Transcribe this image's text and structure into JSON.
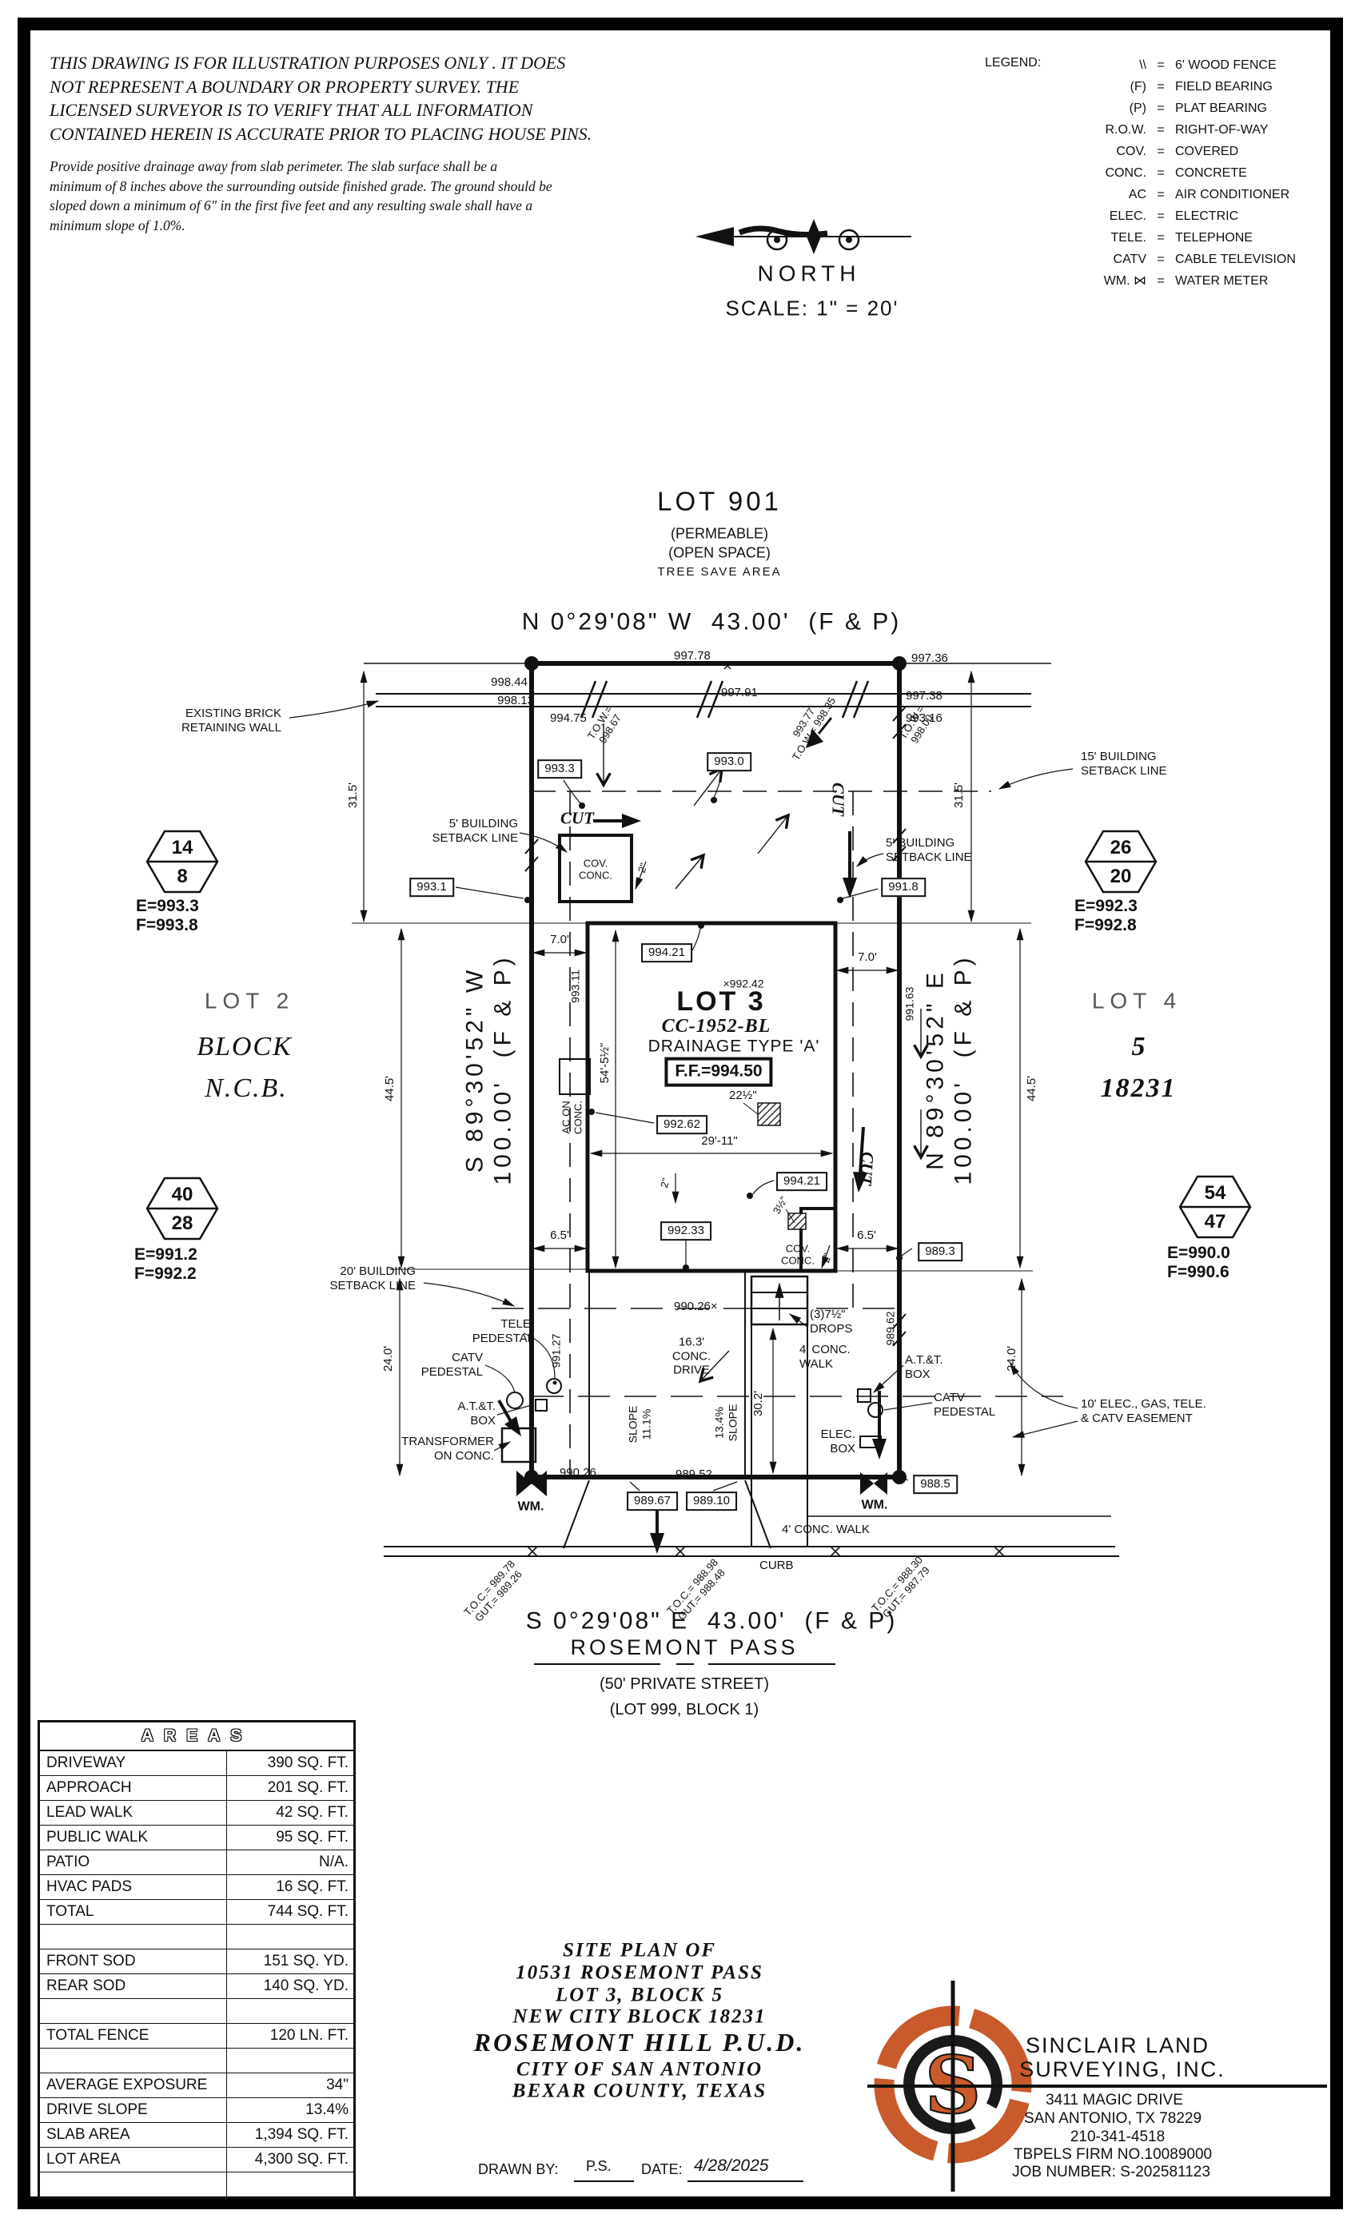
{
  "disclaimer": {
    "para1": "THIS DRAWING IS FOR ILLUSTRATION PURPOSES ONLY . IT DOES\nNOT REPRESENT A BOUNDARY OR PROPERTY SURVEY. THE\nLICENSED SURVEYOR IS TO VERIFY THAT ALL INFORMATION\nCONTAINED HEREIN IS ACCURATE PRIOR TO PLACING HOUSE PINS.",
    "para2": "Provide positive drainage away from slab perimeter. The slab surface shall be a\nminimum of 8 inches above the surrounding outside finished grade. The ground should be\nsloped down a minimum of 6\" in the first five feet and any resulting swale shall have a\nminimum slope of 1.0%."
  },
  "legend": {
    "title": "LEGEND:",
    "equals": "=",
    "items": [
      {
        "symbol": "\\\\",
        "text": "6' WOOD FENCE"
      },
      {
        "symbol": "(F)",
        "text": "FIELD BEARING"
      },
      {
        "symbol": "(P)",
        "text": "PLAT BEARING"
      },
      {
        "symbol": "R.O.W.",
        "text": "RIGHT-OF-WAY"
      },
      {
        "symbol": "COV.",
        "text": "COVERED"
      },
      {
        "symbol": "CONC.",
        "text": "CONCRETE"
      },
      {
        "symbol": "AC",
        "text": "AIR CONDITIONER"
      },
      {
        "symbol": "ELEC.",
        "text": "ELECTRIC"
      },
      {
        "symbol": "TELE.",
        "text": "TELEPHONE"
      },
      {
        "symbol": "CATV",
        "text": "CABLE TELEVISION"
      },
      {
        "symbol": "WM. ⋈",
        "text": "WATER METER"
      }
    ]
  },
  "compass": {
    "north": "NORTH",
    "scale": "SCALE: 1\" = 20'"
  },
  "labels": {
    "lot901": "LOT 901",
    "permeable": "(PERMEABLE)",
    "open_space": "(OPEN SPACE)",
    "tree_save": "TREE SAVE AREA",
    "bearing_top": "N 0°29'08\" W  43.00'  (F & P)",
    "bearing_bottom": "S 0°29'08\" E  43.00'  (F & P)",
    "bearing_left": "S 89°30'52\" W\n100.00'  (F & P)",
    "bearing_right": "N 89°30'52\" E\n100.00'  (F & P)",
    "existing_wall": "EXISTING BRICK\nRETAINING WALL",
    "e99778": "997.78",
    "e99736": "997.36",
    "e99844": "998.44",
    "e99813": "998.13",
    "e99475": "994.75",
    "e99791": "997.91",
    "e99738": "997.38",
    "e99316": "993.16",
    "tow_left": "T.O.W.=\n998.67",
    "tow_mid": "993.77\nT.O.W.= 998.35",
    "tow_right": "T.O.W.=\n998.00",
    "setback15": "15' BUILDING\nSETBACK LINE",
    "setback5": "5' BUILDING\nSETBACK LINE",
    "setback20": "20' BUILDING\nSETBACK LINE",
    "easement10": "10' ELEC., GAS, TELE.\n& CATV EASEMENT",
    "dim315": "31.5'",
    "dim445": "44.5'",
    "dim240": "24.0'",
    "dim70": "7.0'",
    "dim65": "6.5'",
    "dim2911": "29'-11\"",
    "dim5452": "54'-5½\"",
    "dim302": "30.2'",
    "dim2in": "2\"",
    "dim35in": "3½\"",
    "dim225in": "22½\"",
    "e9933": "993.3",
    "e9930": "993.0",
    "e9931": "993.1",
    "e9918": "991.8",
    "e99421": "994.21",
    "x99242": "×992.42",
    "lot3": "LOT 3",
    "cc1952": "CC-1952-BL",
    "drainage": "DRAINAGE TYPE 'A'",
    "ff": "F.F.=994.50",
    "e99262": "992.62",
    "e99233": "992.33",
    "e9893": "989.3",
    "e99026x": "990.26×",
    "e99026": "990.26",
    "e98952": "989.52",
    "e98967": "989.67",
    "e98910": "989.10",
    "e9885": "988.5",
    "e98962": "989.62",
    "e99127": "991.27",
    "e99311": "993.11",
    "e99163": "991.63",
    "cut": "CUT",
    "covconc": "COV.\nCONC.",
    "acon": "AC ON\nCONC.",
    "drops": "(3)7½\"\nDROPS",
    "walk4a": "4' CONC.\nWALK",
    "walk4b": "4' CONC. WALK",
    "drive163": "16.3'\nCONC.\nDRIVE",
    "slope111": "SLOPE\n11.1%",
    "slope134": "13.4%\nSLOPE",
    "tele_ped": "TELE.\nPEDESTAL",
    "catv_ped": "CATV\nPEDESTAL",
    "att_box": "A.T.&T.\nBOX",
    "elec_box": "ELEC.\nBOX",
    "transformer": "TRANSFORMER\nON CONC.",
    "wm": "WM.",
    "curb": "CURB",
    "toc1": "T.O.C.= 989.78\nGUT.= 989.26",
    "toc2": "T.O.C.= 988.98\nGUT.= 988.48",
    "toc3": "T.O.C.= 988.30\nGUT.= 987.79",
    "rosemont": "ROSEMONT PASS",
    "private_street": "(50' PRIVATE STREET)",
    "lot999": "(LOT 999, BLOCK 1)",
    "lot2": "LOT 2",
    "block": "BLOCK",
    "ncb": "N.C.B.",
    "lot4": "LOT 4",
    "five": "5",
    "n18231": "18231"
  },
  "markers": {
    "h1": {
      "top": "14",
      "bottom": "8",
      "e": "E=993.3",
      "f": "F=993.8"
    },
    "h2": {
      "top": "40",
      "bottom": "28",
      "e": "E=991.2",
      "f": "F=992.2"
    },
    "h3": {
      "top": "26",
      "bottom": "20",
      "e": "E=992.3",
      "f": "F=992.8"
    },
    "h4": {
      "top": "54",
      "bottom": "47",
      "e": "E=990.0",
      "f": "F=990.6"
    }
  },
  "areas": {
    "title": "AREAS",
    "rows": [
      {
        "label": "DRIVEWAY",
        "value": "390 SQ. FT."
      },
      {
        "label": "APPROACH",
        "value": "201 SQ. FT."
      },
      {
        "label": "LEAD WALK",
        "value": "42 SQ. FT."
      },
      {
        "label": "PUBLIC WALK",
        "value": "95 SQ. FT."
      },
      {
        "label": "PATIO",
        "value": "N/A."
      },
      {
        "label": "HVAC PADS",
        "value": "16 SQ. FT."
      },
      {
        "label": "TOTAL",
        "value": "744 SQ. FT."
      },
      {
        "label": "",
        "value": ""
      },
      {
        "label": "FRONT SOD",
        "value": "151 SQ. YD."
      },
      {
        "label": "REAR SOD",
        "value": "140 SQ. YD."
      },
      {
        "label": "",
        "value": ""
      },
      {
        "label": "TOTAL FENCE",
        "value": "120 LN. FT."
      },
      {
        "label": "",
        "value": ""
      },
      {
        "label": "AVERAGE EXPOSURE",
        "value": "34\""
      },
      {
        "label": "DRIVE SLOPE",
        "value": "13.4%"
      },
      {
        "label": "SLAB AREA",
        "value": "1,394 SQ. FT."
      },
      {
        "label": "LOT AREA",
        "value": "4,300 SQ. FT."
      },
      {
        "label": "",
        "value": ""
      }
    ]
  },
  "title_block": {
    "lines": [
      "SITE PLAN OF",
      "10531 ROSEMONT PASS",
      "LOT 3, BLOCK 5",
      "NEW CITY BLOCK 18231",
      "ROSEMONT HILL P.U.D.",
      "CITY OF SAN ANTONIO",
      "BEXAR COUNTY, TEXAS"
    ]
  },
  "surveyor": {
    "name1": "SINCLAIR LAND",
    "name2": "SURVEYING, INC.",
    "addr1": "3411 MAGIC DRIVE",
    "addr2": "SAN ANTONIO, TX 78229",
    "phone": "210-341-4518",
    "firm": "TBPELS FIRM NO.10089000",
    "job": "JOB NUMBER: S-202581123",
    "logo_letter": "S",
    "accent_color": "#C85A2B"
  },
  "drawn": {
    "label": "DRAWN BY:",
    "value": "P.S.",
    "date_label": "DATE:",
    "date": "4/28/2025"
  }
}
